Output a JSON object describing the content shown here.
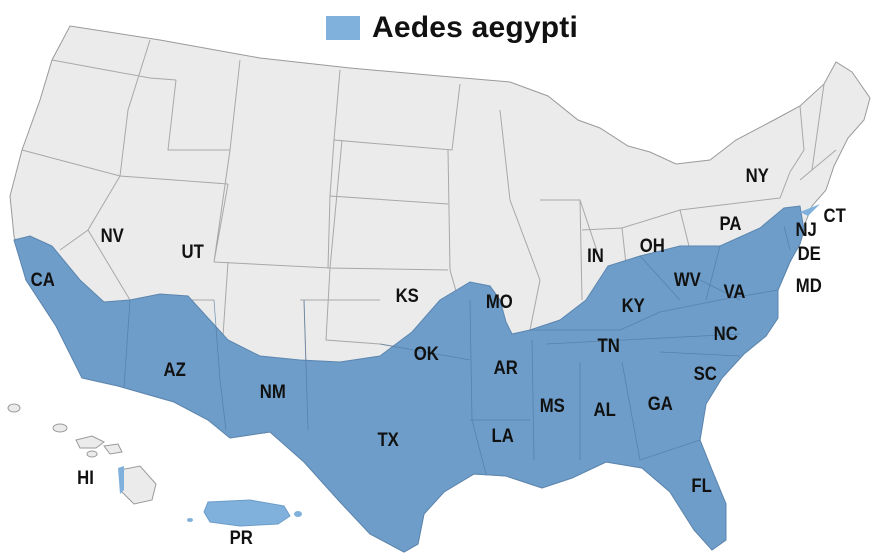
{
  "legend": {
    "label": "Aedes aegypti",
    "color": "#7fb1dc"
  },
  "colors": {
    "land": "#ebebeb",
    "border": "#9a9a9a",
    "range": "#6d9dc8",
    "range_light": "#7fb1dc"
  },
  "labels": {
    "NV": "NV",
    "UT": "UT",
    "CA": "CA",
    "AZ": "AZ",
    "NM": "NM",
    "TX": "TX",
    "KS": "KS",
    "OK": "OK",
    "MO": "MO",
    "AR": "AR",
    "LA": "LA",
    "MS": "MS",
    "AL": "AL",
    "GA": "GA",
    "FL": "FL",
    "SC": "SC",
    "NC": "NC",
    "TN": "TN",
    "KY": "KY",
    "IN": "IN",
    "OH": "OH",
    "WV": "WV",
    "VA": "VA",
    "PA": "PA",
    "NY": "NY",
    "NJ": "NJ",
    "CT": "CT",
    "DE": "DE",
    "MD": "MD",
    "HI": "HI",
    "PR": "PR"
  }
}
